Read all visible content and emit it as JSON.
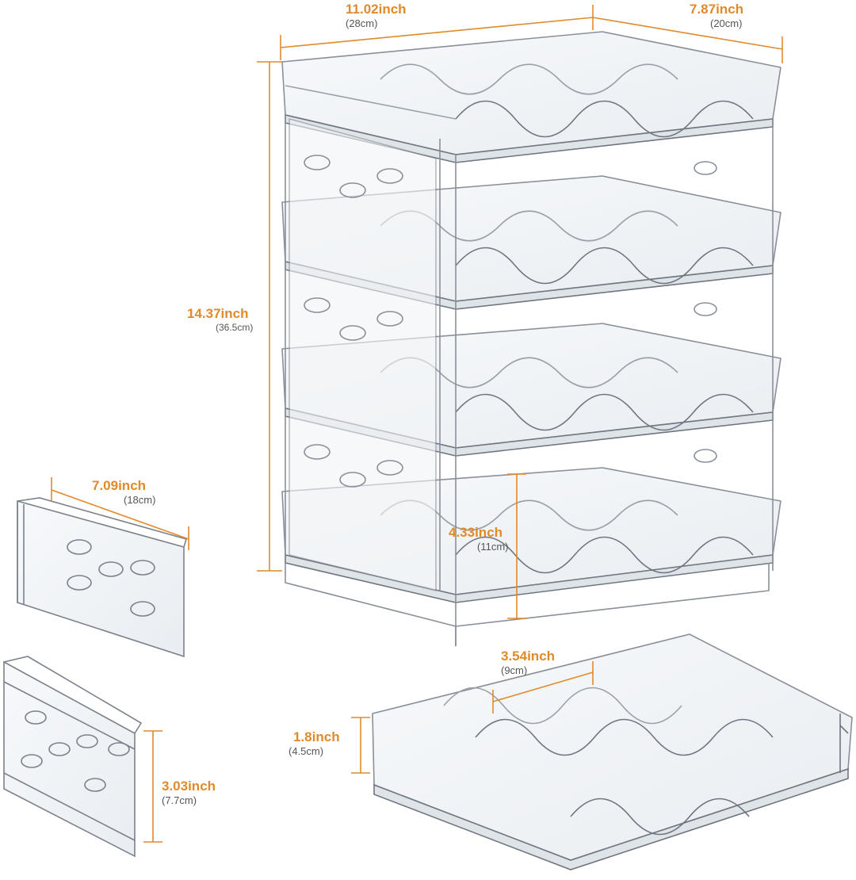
{
  "accent_color": "#e08a2a",
  "dimensions": {
    "top_width": {
      "value": "11.02inch",
      "metric": "(28cm)"
    },
    "top_depth": {
      "value": "7.87inch",
      "metric": "(20cm)"
    },
    "height": {
      "value": "14.37inch",
      "metric": "(36.5cm)"
    },
    "tier_height": {
      "value": "4.33inch",
      "metric": "(11cm)"
    },
    "side_panel_width": {
      "value": "7.09inch",
      "metric": "(18cm)"
    },
    "side_panel_height": {
      "value": "3.03inch",
      "metric": "(7.7cm)"
    },
    "tray_slot_width": {
      "value": "3.54inch",
      "metric": "(9cm)"
    },
    "tray_height": {
      "value": "1.8inch",
      "metric": "(4.5cm)"
    }
  }
}
